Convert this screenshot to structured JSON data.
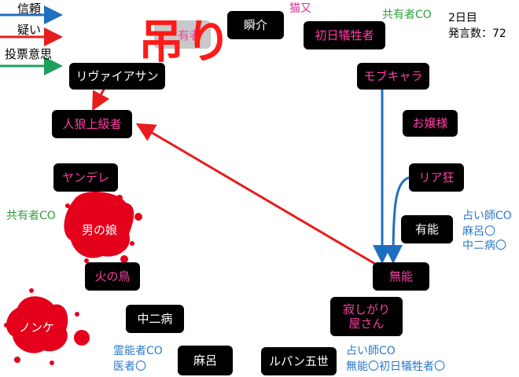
{
  "legend": {
    "trust": "信頼",
    "doubt": "疑い",
    "vote": "投票意思"
  },
  "stamp": "吊り",
  "info": {
    "day": "2日目",
    "posts": "発言数：72"
  },
  "nodes": {
    "shunsuke": "瞬介",
    "first_victim": "初日犠牲者",
    "hanged_partial": "有者",
    "levi": "リヴァイアサン",
    "mobchara": "モブキャラ",
    "werewolf_elite": "人狼上級者",
    "ojousama": "お嬢様",
    "yandere": "ヤンデレ",
    "riakyou": "リア狂",
    "otokonoko": "男の娘",
    "yuunou": "有能",
    "hinotori": "火の鳥",
    "munou": "無能",
    "nonke": "ノンケ",
    "sabishigari_line1": "寂しがり",
    "sabishigari_line2": "屋さん",
    "chuunibyou": "中二病",
    "asaro": "麻呂",
    "lupin": "ルパン五世"
  },
  "annotations": {
    "nekomata": "猫又",
    "kyouyuu_top": "共有者CO",
    "kyouyuu_left": "共有者CO",
    "yuunou_co": "占い師CO",
    "yuunou_r1": "麻呂〇",
    "yuunou_r2": "中二病〇",
    "reinou_co": "霊能者CO",
    "reinou_r1": "医者〇",
    "lupin_co": "占い師CO",
    "lupin_r1": "無能〇初日犠牲者〇"
  },
  "colors": {
    "trust": "#1f6fc0",
    "doubt": "#e81c1c",
    "vote": "#1fa05a",
    "blood": "#e4001b"
  }
}
